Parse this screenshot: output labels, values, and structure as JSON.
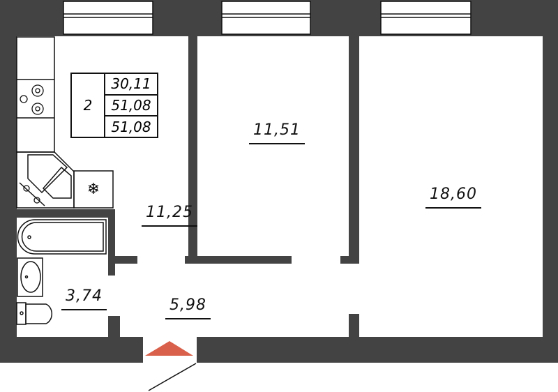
{
  "summary_table": {
    "rooms": "2",
    "living_area": "30,11",
    "total_area": "51,08",
    "total_area_with_balcony": "51,08"
  },
  "rooms": {
    "kitchen": "11,25",
    "bedroom_small": "11,51",
    "living_room": "18,60",
    "bathroom": "3,74",
    "hallway": "5,98"
  },
  "colors": {
    "wall": "#434343",
    "entrance_arrow": "#d9604a"
  }
}
